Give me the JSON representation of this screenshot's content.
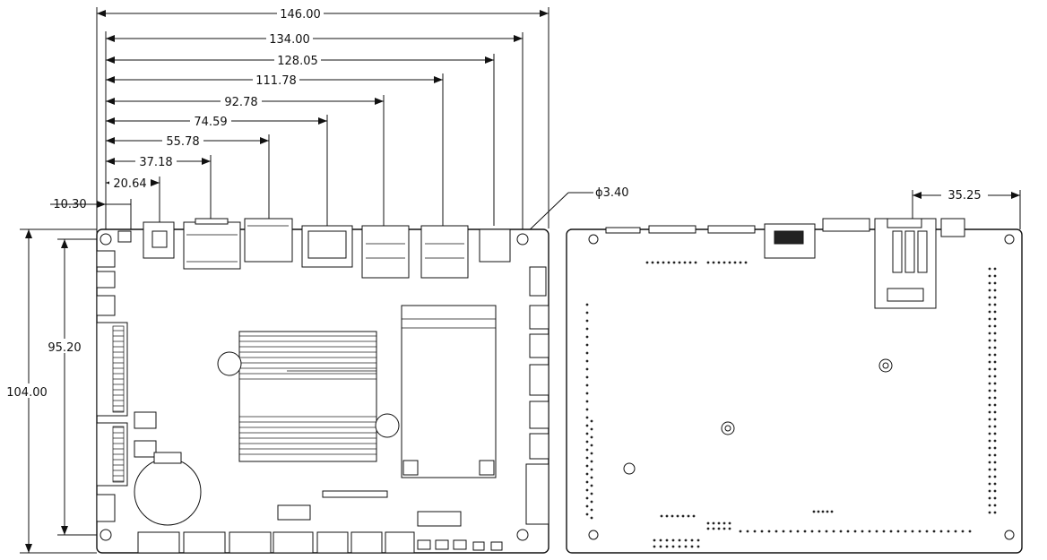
{
  "dimensions": {
    "top": [
      {
        "id": "w146",
        "label": "146.00"
      },
      {
        "id": "w134",
        "label": "134.00"
      },
      {
        "id": "w128",
        "label": "128.05"
      },
      {
        "id": "w111",
        "label": "111.78"
      },
      {
        "id": "w92",
        "label": "92.78"
      },
      {
        "id": "w74",
        "label": "74.59"
      },
      {
        "id": "w55",
        "label": "55.78"
      },
      {
        "id": "w37",
        "label": "37.18"
      },
      {
        "id": "w20",
        "label": "20.64"
      },
      {
        "id": "w10",
        "label": "10.30"
      }
    ],
    "hole_diameter": "ϕ3.40",
    "height_inner": "95.20",
    "height_outer": "104.00",
    "back_offset": "35.25"
  },
  "colors": {
    "line": "#111111",
    "background": "#ffffff"
  }
}
